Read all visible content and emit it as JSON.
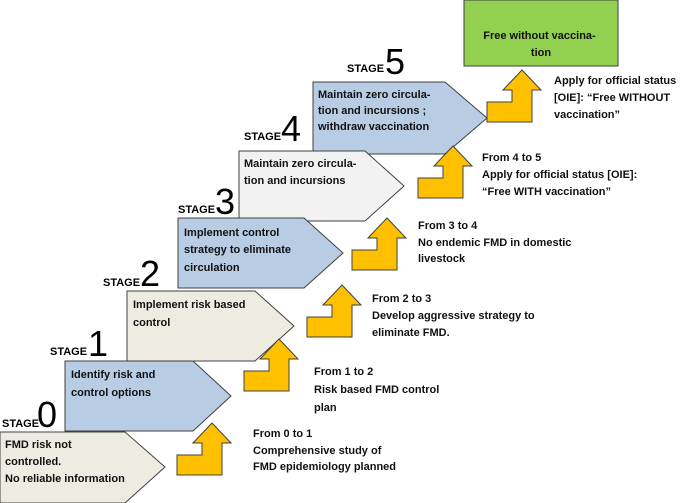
{
  "colors": {
    "stage_fill_light": "#eeece1",
    "stage_fill_white": "#f2f2f2",
    "stage_fill_blue": "#b8cce4",
    "stage_border": "#404040",
    "arrow_fill": "#ffc000",
    "arrow_border": "#404040",
    "goal_fill": "#92d050"
  },
  "stages": [
    {
      "word": "STAGE",
      "number": "0",
      "lines": [
        "FMD risk not",
        "controlled.",
        "No reliable information"
      ]
    },
    {
      "word": "STAGE",
      "number": "1",
      "lines": [
        "Identify risk and",
        "control options"
      ]
    },
    {
      "word": "STAGE",
      "number": "2",
      "lines": [
        "Implement risk based",
        "control"
      ]
    },
    {
      "word": "STAGE",
      "number": "3",
      "lines": [
        "Implement control",
        "strategy to eliminate",
        "circulation"
      ]
    },
    {
      "word": "STAGE",
      "number": "4",
      "lines": [
        "Maintain zero circula-",
        "tion and incursions"
      ]
    },
    {
      "word": "STAGE",
      "number": "5",
      "lines": [
        "Maintain zero circula-",
        "tion and incursions ;",
        "withdraw vaccination"
      ]
    }
  ],
  "transitions": [
    {
      "lines": [
        "From 0 to 1",
        "Comprehensive study of",
        "FMD epidemiology planned"
      ]
    },
    {
      "lines": [
        "From 1 to 2",
        "Risk based FMD control",
        "plan"
      ]
    },
    {
      "lines": [
        "From 2 to 3",
        "Develop aggressive strategy to",
        "eliminate FMD."
      ]
    },
    {
      "lines": [
        "From 3 to 4",
        "No endemic FMD in domestic",
        "livestock"
      ]
    },
    {
      "lines": [
        "From 4 to 5",
        "Apply for official status [OIE]:",
        "“Free WITH vaccination”"
      ]
    },
    {
      "lines": [
        "Apply for official status",
        "[OIE]: “Free WITHOUT",
        "vaccination”"
      ]
    }
  ],
  "goal": {
    "lines": [
      "Free without vaccina-",
      "tion"
    ]
  }
}
